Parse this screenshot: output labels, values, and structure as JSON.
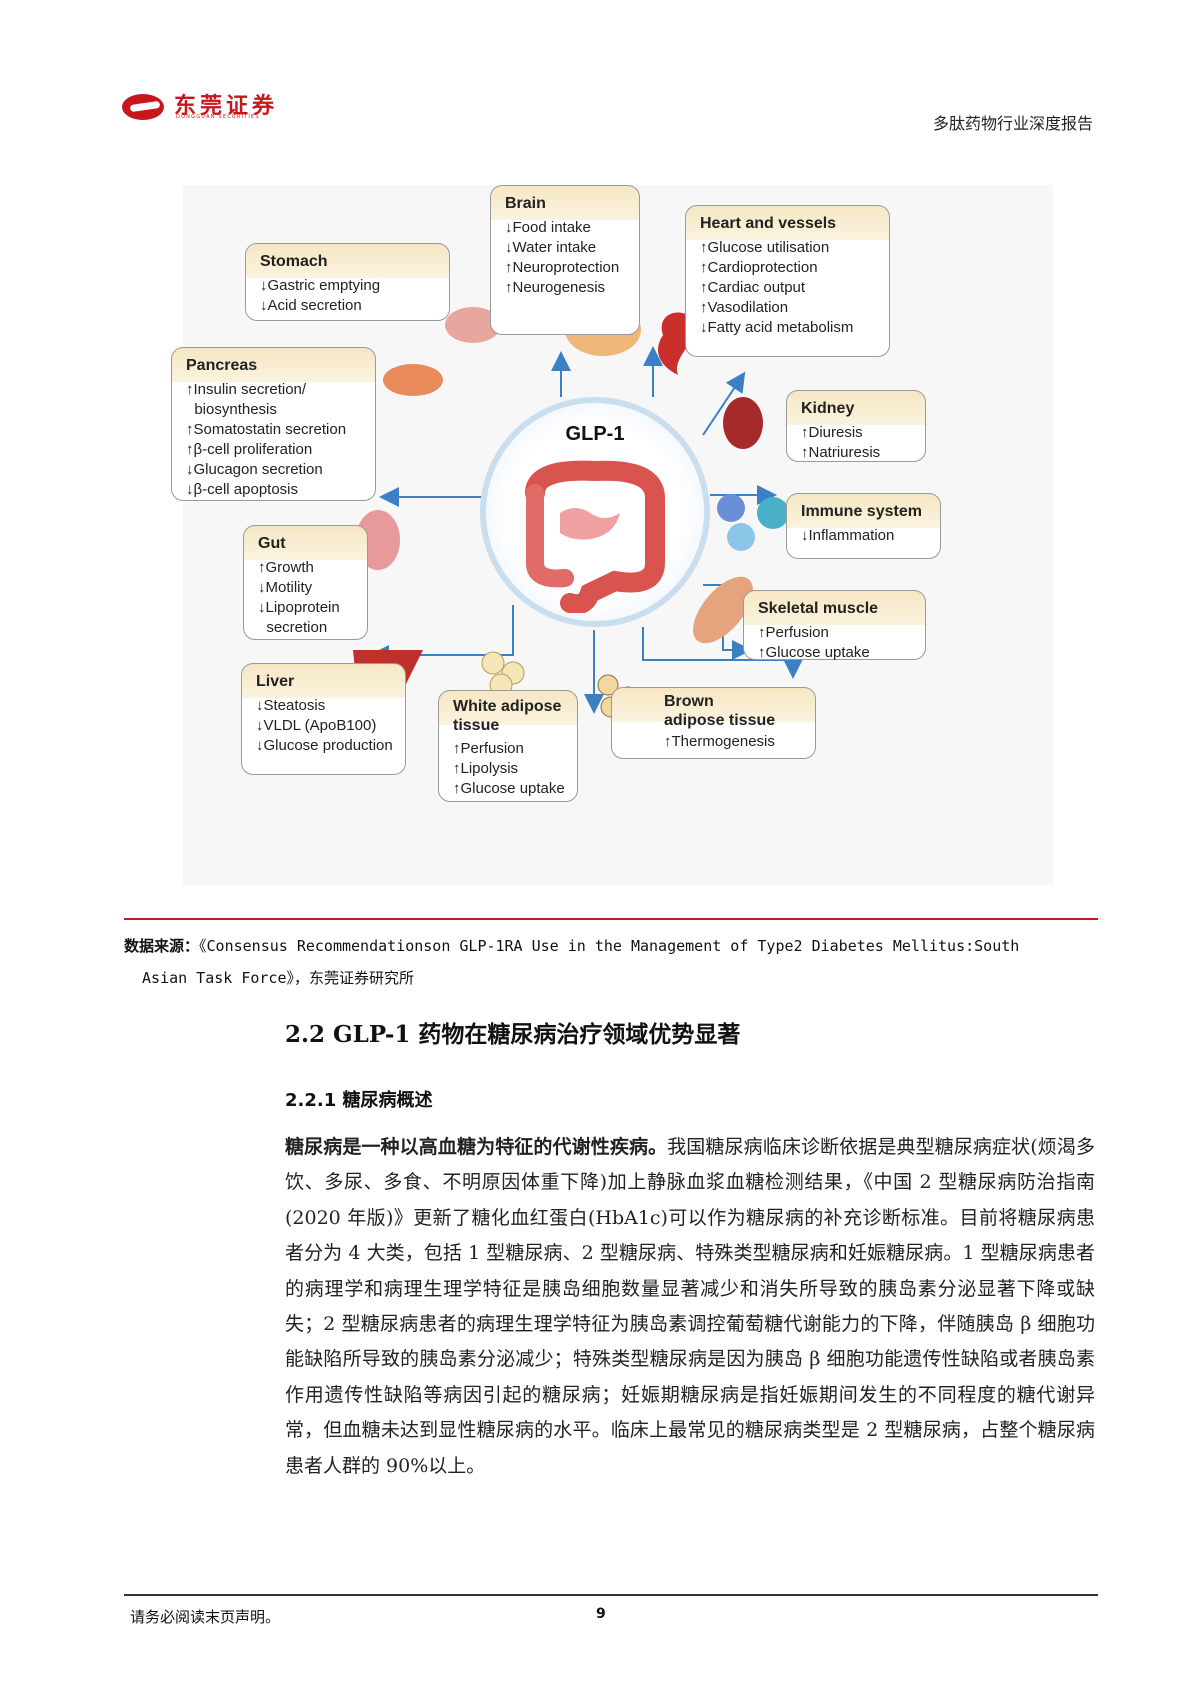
{
  "header": {
    "logo_cn": "东莞证券",
    "logo_en": "DONGGUAN SECURITIES",
    "report_title": "多肽药物行业深度报告"
  },
  "figure": {
    "hub": "GLP-1",
    "organs": {
      "brain": {
        "title": "Brain",
        "lines": [
          "↓Food intake",
          "↓Water intake",
          "↑Neuroprotection",
          "↑Neurogenesis"
        ]
      },
      "heart": {
        "title": "Heart and vessels",
        "lines": [
          "↑Glucose utilisation",
          "↑Cardioprotection",
          "↑Cardiac output",
          "↑Vasodilation",
          "↓Fatty acid metabolism"
        ]
      },
      "stomach": {
        "title": "Stomach",
        "lines": [
          "↓Gastric emptying",
          "↓Acid secretion"
        ]
      },
      "pancreas": {
        "title": "Pancreas",
        "lines": [
          "↑Insulin secretion/",
          "  biosynthesis",
          "↑Somatostatin secretion",
          "↑β-cell proliferation",
          "↓Glucagon secretion",
          "↓β-cell apoptosis"
        ]
      },
      "kidney": {
        "title": "Kidney",
        "lines": [
          "↑Diuresis",
          "↑Natriuresis"
        ]
      },
      "immune": {
        "title": "Immune system",
        "lines": [
          "↓Inflammation"
        ]
      },
      "gut": {
        "title": "Gut",
        "lines": [
          "↑Growth",
          "↓Motility",
          "↓Lipoprotein",
          "  secretion"
        ]
      },
      "skeletal": {
        "title": "Skeletal muscle",
        "lines": [
          "↑Perfusion",
          "↑Glucose uptake"
        ]
      },
      "liver": {
        "title": "Liver",
        "lines": [
          "↓Steatosis",
          "↓VLDL (ApoB100)",
          "↓Glucose production"
        ]
      },
      "white": {
        "title": "White adipose\ntissue",
        "lines": [
          "↑Perfusion",
          "↑Lipolysis",
          "↑Glucose uptake"
        ]
      },
      "brown": {
        "title": "Brown\nadipose tissue",
        "lines": [
          "↑Thermogenesis"
        ]
      }
    },
    "colors": {
      "box_header": "#f6e7c4",
      "arrow": "#3b7fc4",
      "organ": "#d9534f"
    }
  },
  "source": {
    "label": "数据来源：",
    "text": "《Consensus Recommendationson GLP-1RA Use in the Management of Type2 Diabetes Mellitus:South",
    "text2": "Asian Task Force》，",
    "suffix": "东莞证券研究所"
  },
  "section": {
    "h2_num": "2.2",
    "h2_text": " GLP-1 药物在糖尿病治疗领域优势显著",
    "h3": "2.2.1 糖尿病概述",
    "para_bold": "糖尿病是一种以高血糖为特征的代谢性疾病。",
    "para_rest": "我国糖尿病临床诊断依据是典型糖尿病症状(烦渴多饮、多尿、多食、不明原因体重下降)加上静脉血浆血糖检测结果，《中国 2 型糖尿病防治指南(2020 年版)》更新了糖化血红蛋白(HbA1c)可以作为糖尿病的补充诊断标准。目前将糖尿病患者分为 4 大类，包括 1 型糖尿病、2 型糖尿病、特殊类型糖尿病和妊娠糖尿病。1 型糖尿病患者的病理学和病理生理学特征是胰岛细胞数量显著减少和消失所导致的胰岛素分泌显著下降或缺失；2 型糖尿病患者的病理生理学特征为胰岛素调控葡萄糖代谢能力的下降，伴随胰岛 β 细胞功能缺陷所导致的胰岛素分泌减少；特殊类型糖尿病是因为胰岛 β 细胞功能遗传性缺陷或者胰岛素作用遗传性缺陷等病因引起的糖尿病；妊娠期糖尿病是指妊娠期间发生的不同程度的糖代谢异常，但血糖未达到显性糖尿病的水平。临床上最常见的糖尿病类型是 2 型糖尿病，占整个糖尿病患者人群的 90%以上。"
  },
  "footer": {
    "note": "请务必阅读末页声明。",
    "page": "9"
  }
}
